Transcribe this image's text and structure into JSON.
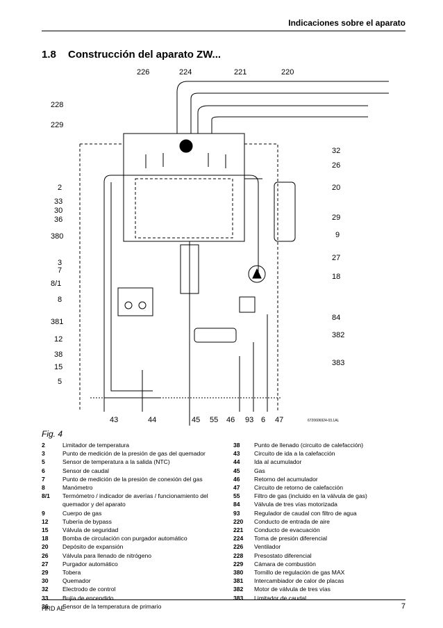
{
  "header": {
    "section_title": "Indicaciones sobre el aparato"
  },
  "section": {
    "number": "1.8",
    "title": "Construcción del aparato ZW..."
  },
  "diagram": {
    "top_labels": [
      "226",
      "224",
      "221",
      "220"
    ],
    "left_labels": [
      "228",
      "229",
      "2",
      "33",
      "30",
      "36",
      "380",
      "3",
      "7",
      "8/1",
      "8",
      "381",
      "12",
      "38",
      "15",
      "5"
    ],
    "right_labels": [
      "32",
      "26",
      "20",
      "29",
      "9",
      "27",
      "18",
      "84",
      "382",
      "383"
    ],
    "bottom_labels": [
      "43",
      "44",
      "45",
      "55",
      "46",
      "93",
      "6",
      "47"
    ],
    "drawing_code": "6720606924-03.1AL"
  },
  "figure_caption": "Fig. 4",
  "legend_left": [
    {
      "num": "2",
      "text": "Limitador de temperatura"
    },
    {
      "num": "3",
      "text": "Punto de medición de la presión de gas del quemador"
    },
    {
      "num": "5",
      "text": "Sensor de temperatura a la salida (NTC)"
    },
    {
      "num": "6",
      "text": "Sensor de caudal"
    },
    {
      "num": "7",
      "text": "Punto de medición de la presión de conexión del gas"
    },
    {
      "num": "8",
      "text": "Manómetro"
    },
    {
      "num": "8/1",
      "text": "Termómetro / indicador de averías / funcionamiento del quemador y del aparato"
    },
    {
      "num": "9",
      "text": "Cuerpo de gas"
    },
    {
      "num": "12",
      "text": "Tubería de bypass"
    },
    {
      "num": "15",
      "text": "Válvula de seguridad"
    },
    {
      "num": "18",
      "text": "Bomba de circulación con purgador automático"
    },
    {
      "num": "20",
      "text": "Depósito de expansión"
    },
    {
      "num": "26",
      "text": "Válvula para llenado de nitrógeno"
    },
    {
      "num": "27",
      "text": "Purgador automático"
    },
    {
      "num": "29",
      "text": "Tobera"
    },
    {
      "num": "30",
      "text": "Quemador"
    },
    {
      "num": "32",
      "text": "Electrodo de control"
    },
    {
      "num": "33",
      "text": "Bujía de encendido"
    },
    {
      "num": "36",
      "text": "Sensor de la temperatura de primario"
    }
  ],
  "legend_right": [
    {
      "num": "38",
      "text": "Punto de llenado (circuito de calefacción)"
    },
    {
      "num": "43",
      "text": "Circuito de ida a la calefacción"
    },
    {
      "num": "44",
      "text": "Ida al acumulador"
    },
    {
      "num": "45",
      "text": "Gas"
    },
    {
      "num": "46",
      "text": "Retorno del acumulador"
    },
    {
      "num": "47",
      "text": "Circuito de retorno de calefacción"
    },
    {
      "num": "55",
      "text": "Filtro de gas (incluido en la válvula de gas)"
    },
    {
      "num": "84",
      "text": "Válvula de tres vías motorizada"
    },
    {
      "num": "93",
      "text": "Regulador de caudal con filtro de agua"
    },
    {
      "num": "220",
      "text": "Conducto de entrada de aire"
    },
    {
      "num": "221",
      "text": "Conducto de evacuación"
    },
    {
      "num": "224",
      "text": "Toma de presión diferencial"
    },
    {
      "num": "226",
      "text": "Ventilador"
    },
    {
      "num": "228",
      "text": "Presostato diferencial"
    },
    {
      "num": "229",
      "text": "Cámara de combustión"
    },
    {
      "num": "380",
      "text": "Tornillo de regulación de gas MAX"
    },
    {
      "num": "381",
      "text": "Intercambiador de calor de placas"
    },
    {
      "num": "382",
      "text": "Motor de válvula de tres vías"
    },
    {
      "num": "383",
      "text": "Limitador de caudal"
    }
  ],
  "footer": {
    "doc_name": "HRD AE",
    "page_number": "7"
  }
}
